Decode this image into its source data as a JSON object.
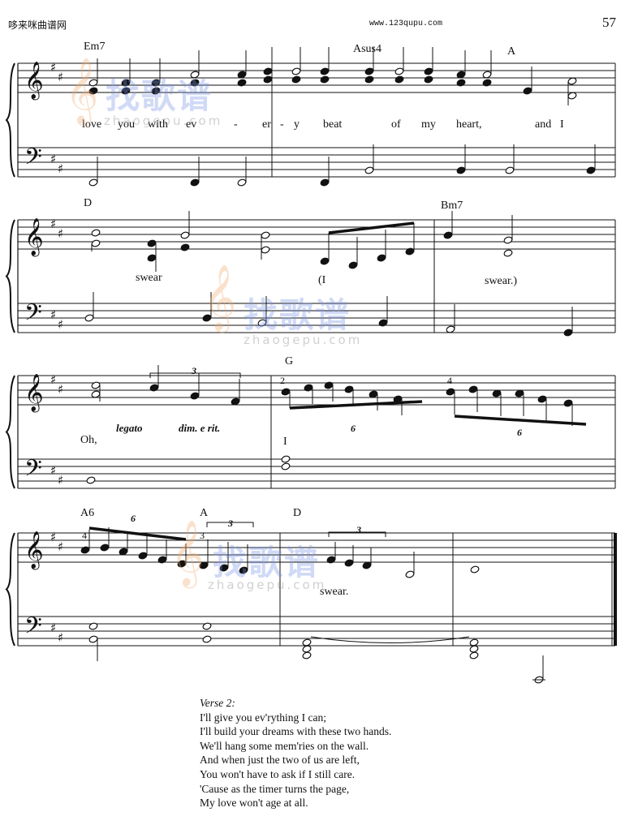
{
  "header": {
    "site_name": "哆来咪曲谱网",
    "url": "www.123qupu.com",
    "page_number": "57"
  },
  "watermark": {
    "chinese": "找歌谱",
    "latin": "zhaogepu.com"
  },
  "chords": {
    "em7": "Em7",
    "asus4": "Asus4",
    "a": "A",
    "d": "D",
    "bm7": "Bm7",
    "g": "G",
    "a6": "A6",
    "a2": "A",
    "d2": "D"
  },
  "lyrics": {
    "sys1": [
      "love",
      "you",
      "with",
      "ev",
      "-",
      "er",
      "-",
      "y",
      "beat",
      "of",
      "my",
      "heart,",
      "and",
      "I"
    ],
    "sys2": [
      "swear",
      "(I",
      "swear.)"
    ],
    "sys3": [
      "Oh,",
      "I"
    ],
    "sys4": [
      "swear."
    ]
  },
  "expressions": {
    "legato": "legato",
    "dim_rit": "dim. e rit."
  },
  "tuplets": {
    "three": "3",
    "six": "6"
  },
  "fingerings": {
    "two": "2",
    "four": "4",
    "three": "3"
  },
  "verse": {
    "title": "Verse 2:",
    "lines": [
      "I'll give you ev'rything I can;",
      "I'll build your dreams with these two hands.",
      "We'll hang some mem'ries on the wall.",
      "And when just the two of us are left,",
      "You won't have to ask if I still care.",
      "'Cause as the timer turns the page,",
      "My love won't age at all."
    ]
  }
}
